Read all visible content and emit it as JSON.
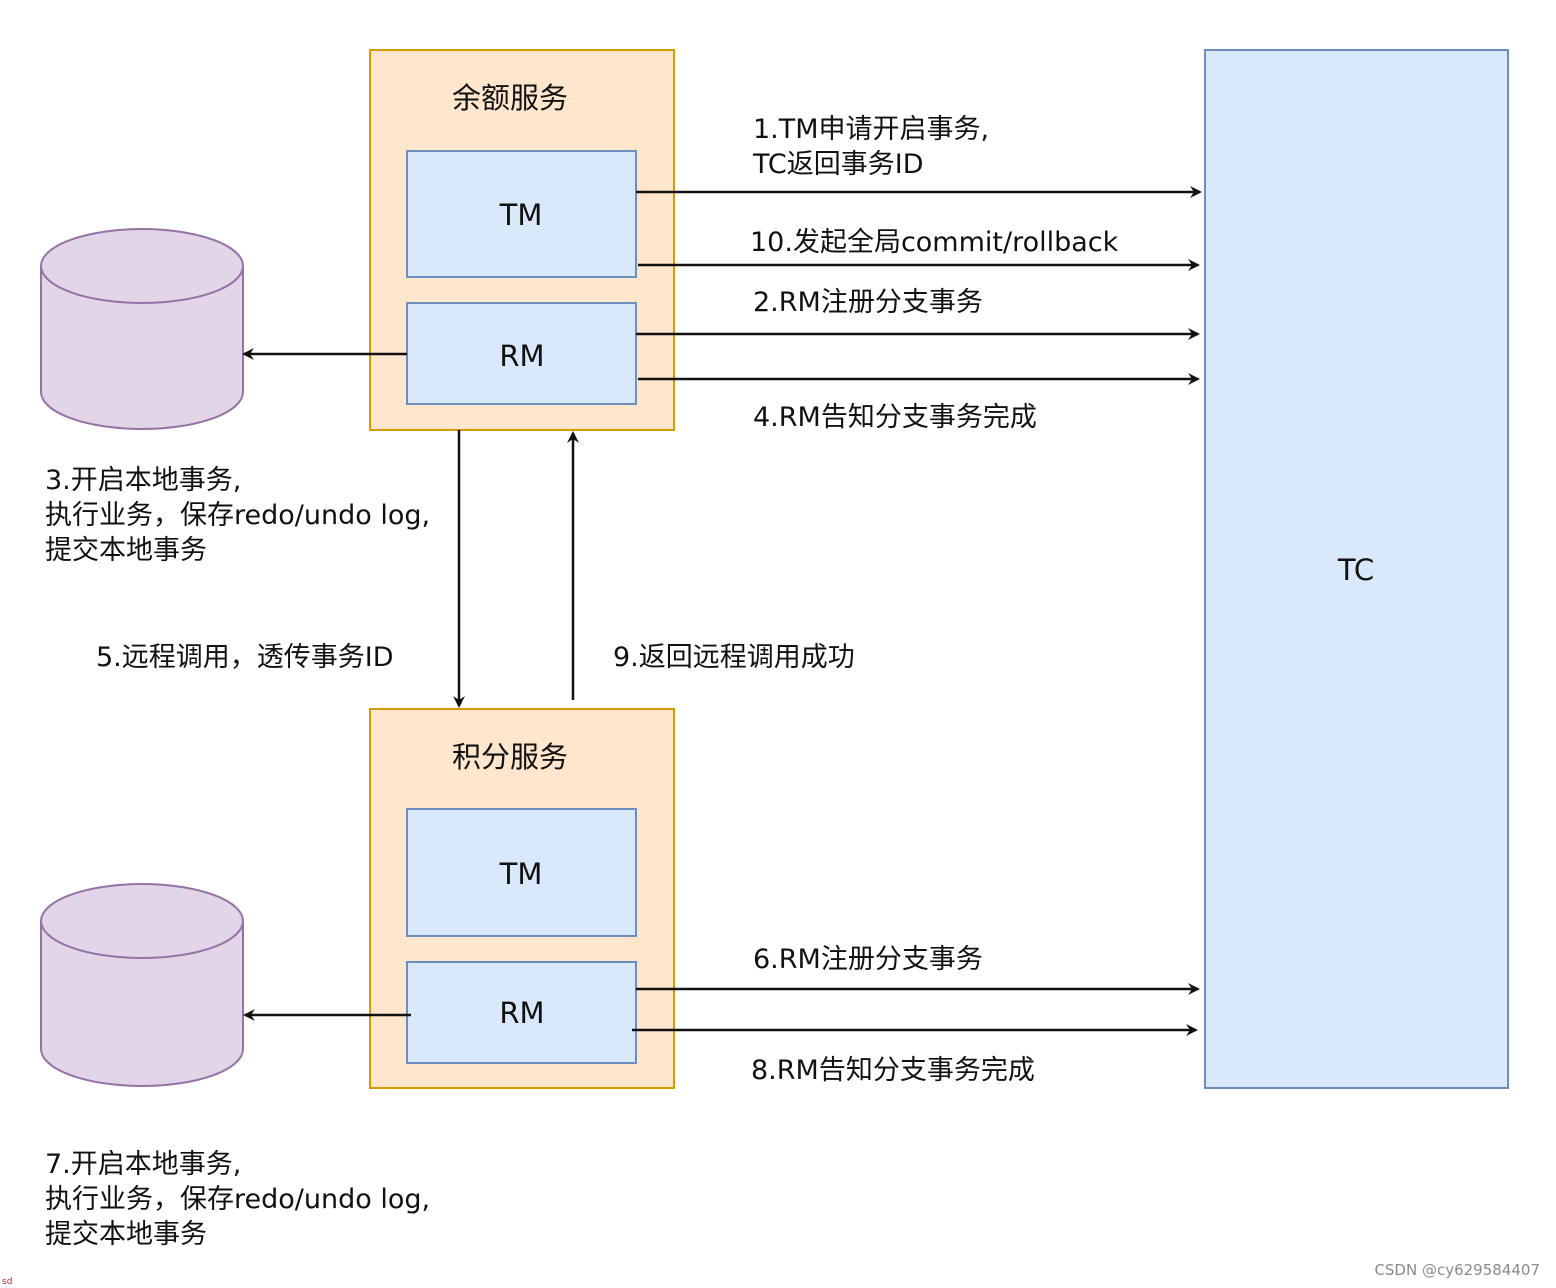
{
  "services": [
    {
      "title": "余额服务",
      "tm_label": "TM",
      "rm_label": "RM"
    },
    {
      "title": "积分服务",
      "tm_label": "TM",
      "rm_label": "RM"
    }
  ],
  "tc_label": "TC",
  "steps": {
    "s1_line1": "1.TM申请开启事务,",
    "s1_line2": "TC返回事务ID",
    "s10": "10.发起全局commit/rollback",
    "s2": "2.RM注册分支事务",
    "s4": "4.RM告知分支事务完成",
    "s3_line1": "3.开启本地事务,",
    "s3_line2": "执行业务，保存redo/undo log,",
    "s3_line3": "提交本地事务",
    "s5": "5.远程调用，透传事务ID",
    "s9": "9.返回远程调用成功",
    "s6": "6.RM注册分支事务",
    "s8": "8.RM告知分支事务完成",
    "s7_line1": "7.开启本地事务,",
    "s7_line2": "执行业务，保存redo/undo log,",
    "s7_line3": "提交本地事务"
  },
  "watermark": "CSDN @cy629584407",
  "corner_mark": "sd",
  "colors": {
    "service_fill": "#ffe6cc",
    "service_stroke": "#d79b00",
    "component_fill": "#dae8fc",
    "component_stroke": "#6c8ebf",
    "database_fill": "#e1d5e7",
    "database_stroke": "#9673a6",
    "arrow": "#111111"
  }
}
